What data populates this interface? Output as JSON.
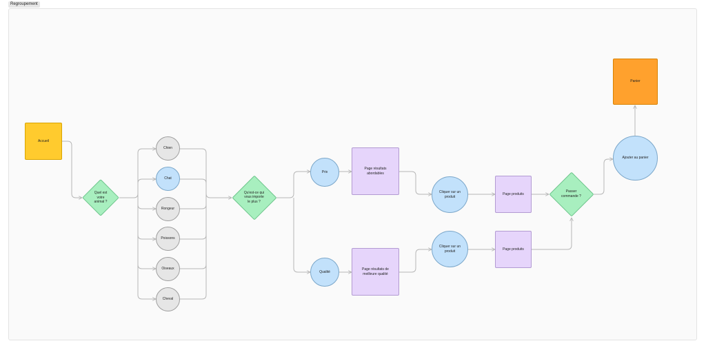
{
  "group_label": "Regroupement",
  "nodes": {
    "accueil": "Accueil",
    "animal_question": "Quel est votre animal ?",
    "chien": "Chien",
    "chat": "Chat",
    "rongeur": "Rongeur",
    "poissons": "Poissons",
    "oiseaux": "Oiseaux",
    "cheval": "Cheval",
    "importance_question": "Qu'est-ce qui vous importe le plus ?",
    "prix": "Prix",
    "qualite": "Qualité",
    "results_affordable": "Page résultats abordables",
    "results_quality": "Page résultats de meilleure qualité",
    "click_product_1": "Cliquer sur un produit",
    "click_product_2": "Cliquer sur un produit",
    "product_page_1": "Page produits",
    "product_page_2": "Page produits",
    "order_question": "Passer commande ?",
    "add_to_cart": "Ajouter au panier",
    "cart": "Panier"
  },
  "colors": {
    "start": "#ffcb2e",
    "decision": "#a8efbf",
    "option_default": "#e6e6e6",
    "option_selected": "#c2e1fb",
    "page": "#e6d5fb",
    "end": "#ffa12d",
    "edge": "#b5b5b5"
  }
}
